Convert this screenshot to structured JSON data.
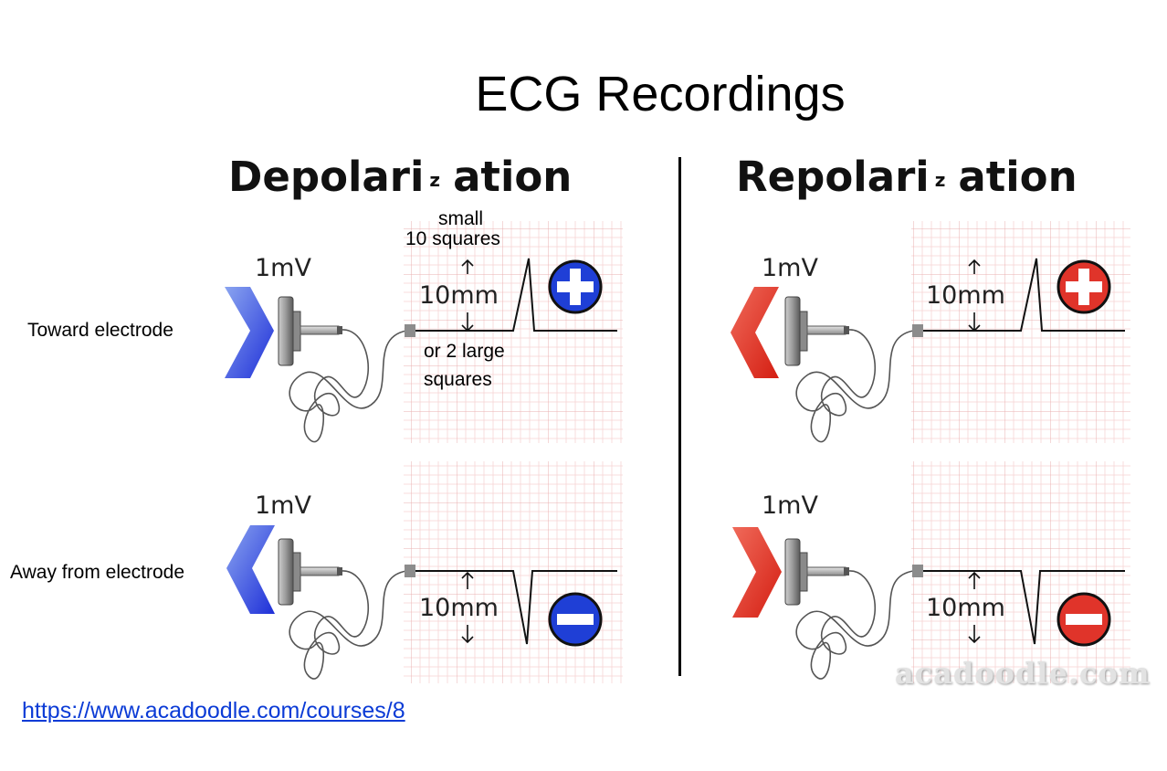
{
  "title": "ECG Recordings",
  "columns": [
    {
      "heading_start": "Depolari",
      "heading_z": "z",
      "heading_end": "ation"
    },
    {
      "heading_start": "Repolari",
      "heading_z": "z",
      "heading_end": "ation"
    }
  ],
  "rows": [
    {
      "label": "Toward electrode"
    },
    {
      "label": "Away from electrode"
    }
  ],
  "panel_text": {
    "voltage": "1mV",
    "deflection": "10mm"
  },
  "annotations": {
    "small_line1": "small",
    "small_line2": "10 squares",
    "large_line1": "or 2 large",
    "large_line2": "squares"
  },
  "signs": {
    "positive": "plus-icon",
    "negative": "minus-icon"
  },
  "colors": {
    "depolarization": "#3b5bdb",
    "repolarization": "#e0342a",
    "grid": "#f3c8c8"
  },
  "link": "https://www.acadoodle.com/courses/8",
  "watermark": "acadoodle.com"
}
